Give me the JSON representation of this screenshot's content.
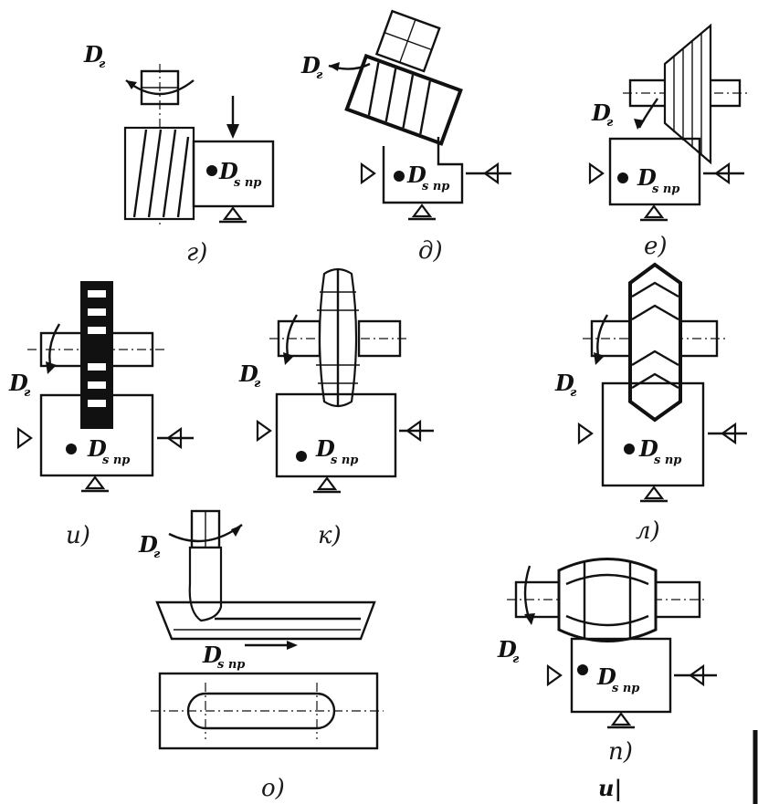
{
  "labels": {
    "tool_motion": "D",
    "tool_motion_sub": "г",
    "feed_motion": "D",
    "feed_motion_sub": "s пр"
  },
  "captions": {
    "g": "г)",
    "d": "д)",
    "e": "е)",
    "i": "и)",
    "k": "к)",
    "l": "л)",
    "o": "о)",
    "p": "п)",
    "corner": "и|"
  },
  "colors": {
    "ink": "#111111",
    "paper": "#ffffff"
  }
}
